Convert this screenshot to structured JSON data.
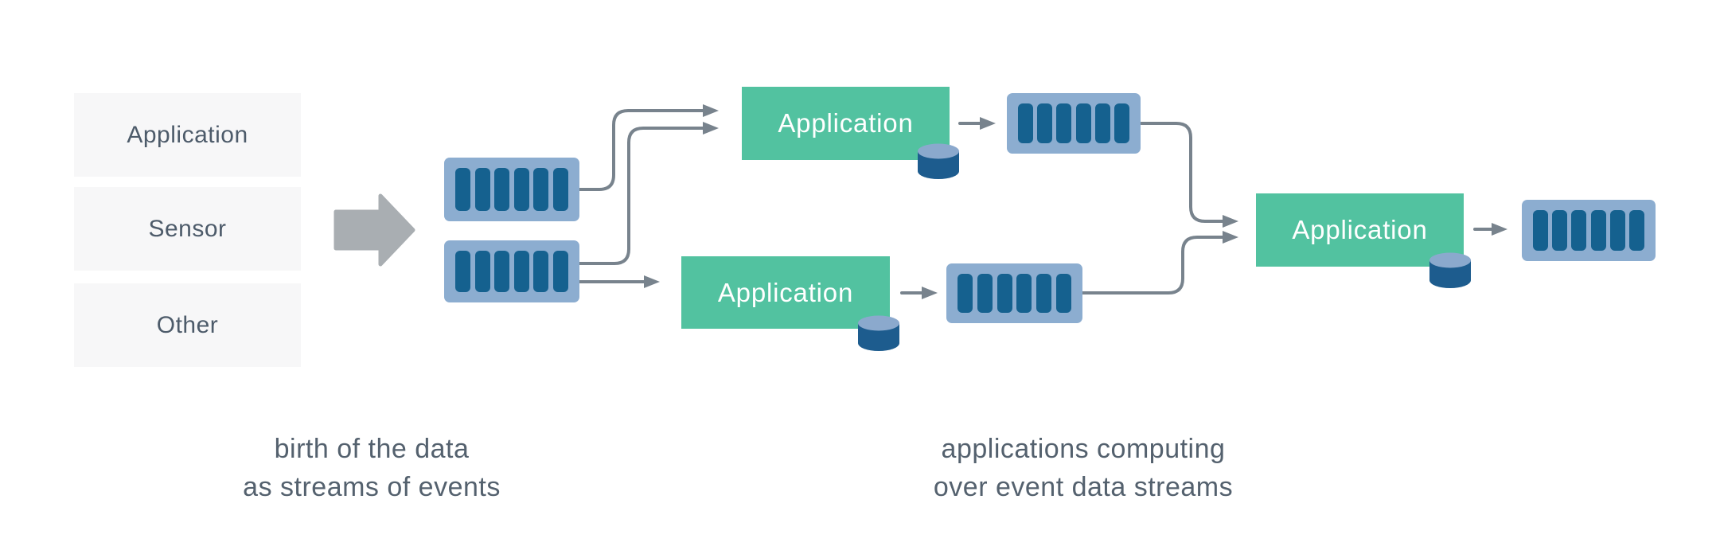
{
  "colors": {
    "accent_green": "#52c2a0",
    "stream_fill": "#8cadd0",
    "stream_bar": "#15618f",
    "cylinder_body": "#1d5c8e",
    "cylinder_top": "#8ba9cd",
    "connector": "#78838d",
    "block_arrow": "#a9aeb2",
    "source_box_bg": "#f7f7f8",
    "text_dark": "#4d5b6a",
    "caption_text": "#54616e"
  },
  "sources": {
    "items": [
      {
        "label": "Application"
      },
      {
        "label": "Sensor"
      },
      {
        "label": "Other"
      }
    ]
  },
  "applications": [
    {
      "label": "Application"
    },
    {
      "label": "Application"
    },
    {
      "label": "Application"
    }
  ],
  "stream_icon": {
    "bar_count": 6
  },
  "captions": {
    "left": {
      "line1": "birth of the data",
      "line2": "as streams of events"
    },
    "right": {
      "line1": "applications computing",
      "line2": "over event data streams"
    }
  }
}
